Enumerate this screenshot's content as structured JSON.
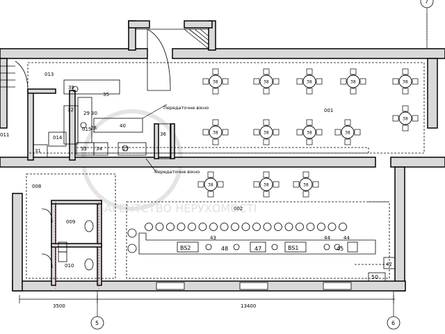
{
  "rooms": [
    {
      "id": "room-013",
      "label": "013"
    },
    {
      "id": "room-011",
      "label": "011"
    },
    {
      "id": "room-014",
      "label": "014"
    },
    {
      "id": "room-015",
      "label": "015"
    },
    {
      "id": "room-001",
      "label": "001"
    },
    {
      "id": "room-008",
      "label": "008"
    },
    {
      "id": "room-009",
      "label": "009"
    },
    {
      "id": "room-010",
      "label": "010"
    },
    {
      "id": "room-002",
      "label": "002"
    }
  ],
  "equipment": {
    "e39": "39",
    "e35": "35",
    "e32": "32",
    "e29": "29",
    "e30": "30",
    "e40": "40",
    "e36": "36",
    "e31": "31",
    "e33": "33",
    "e34": "34",
    "e28": "28",
    "e27": "27",
    "e43": "43",
    "e48": "48",
    "e47": "47",
    "e44": "44",
    "e45": "45",
    "e42": "42",
    "e50": "50",
    "bs2": "BS2",
    "bs1": "BS1"
  },
  "table_label": "38",
  "notes": {
    "pass_window_1": "Передаточне вікно",
    "pass_window_2": "Передаточне вікно"
  },
  "dimensions": {
    "left": "3500",
    "right": "13400"
  },
  "axes": {
    "axis_5": "5",
    "axis_6": "6",
    "axis_7": "7"
  },
  "watermark": {
    "line1": "АГЕНТСТВО НЕРУХОМОСТІ"
  }
}
